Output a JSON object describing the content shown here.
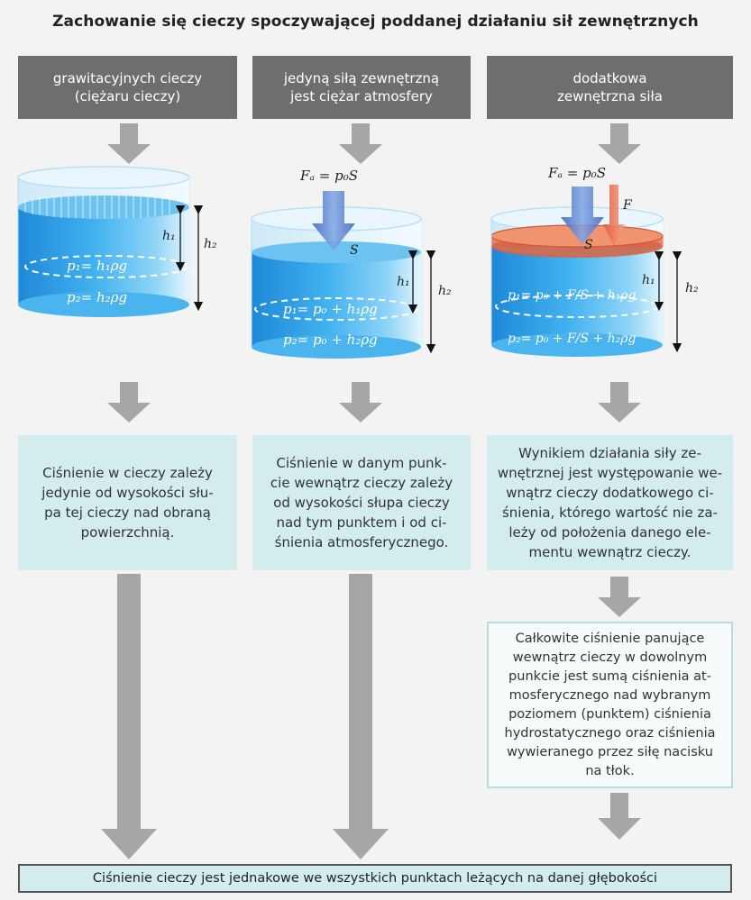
{
  "title": "Zachowanie się cieczy spoczywającej poddanej działaniu sił zewnętrznych",
  "columns": [
    {
      "header": "grawitacyjnych cieczy\n(ciężaru cieczy)",
      "labels": {
        "h1": "h₁",
        "h2": "h₂"
      },
      "formulas": {
        "p1": "p₁= h₁ρg",
        "p2": "p₂= h₂ρg"
      },
      "description": "Ciśnienie w cieczy zależy\njedynie od wysokości słu-\npa tej cieczy nad obraną\npowierzchnią."
    },
    {
      "header": "jedyną siłą zewnętrzną\njest ciężar atmosfery",
      "force_label": "Fₐ = p₀S",
      "area_label": "S",
      "labels": {
        "h1": "h₁",
        "h2": "h₂"
      },
      "formulas": {
        "p1": "p₁= p₀ + h₁ρg",
        "p2": "p₂= p₀ + h₂ρg"
      },
      "description": "Ciśnienie w danym punk-\ncie wewnątrz cieczy zależy\nod wysokości słupa cieczy\nnad tym punktem i od ci-\nśnienia atmosferycznego."
    },
    {
      "header": "dodatkowa\nzewnętrzna siła",
      "force_label": "Fₐ = p₀S",
      "extra_force_label": "F",
      "area_label": "S",
      "labels": {
        "h1": "h₁",
        "h2": "h₂"
      },
      "formulas": {
        "p1": "p₁= p₀ + F/S + h₁ρg",
        "p2": "p₂= p₀ + F/S + h₂ρg"
      },
      "description": "Wynikiem działania siły ze-\nwnętrznej jest występowanie we-\nwnątrz cieczy dodatkowego ci-\nśnienia, którego wartość nie za-\nleży od położenia danego ele-\nmentu wewnątrz cieczy.",
      "total_description": "Całkowite ciśnienie panujące\nwewnątrz cieczy w dowolnym\npunkcie jest sumą ciśnienia at-\nmosferycznego nad wybranym\npoziomem (punktem) ciśnienia\nhydrostatycznego oraz ciśnienia\nwywieranego przez siłę nacisku\nna tłok."
    }
  ],
  "conclusion": "Ciśnienie cieczy jest jednakowe we wszystkich punktach leżących na danej głębokości",
  "colors": {
    "header": "#6e6e6e",
    "box": "#d3ecee",
    "arrow": "#a6a6a6",
    "water": "#2a9fe0",
    "piston": "#e8785a",
    "force_arrow": "#4a78c8"
  }
}
